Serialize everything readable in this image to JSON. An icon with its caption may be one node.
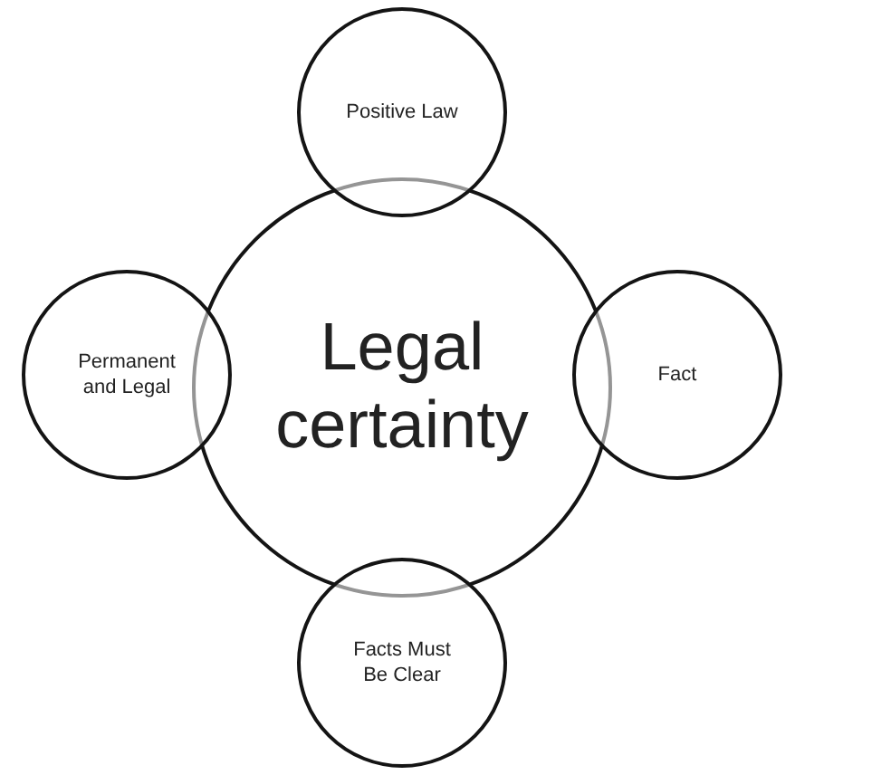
{
  "diagram": {
    "nodes": [
      {
        "text": [
          "Positive Law"
        ]
      },
      {
        "text": [
          "Permanent and Legal"
        ]
      },
      {
        "text": [
          "Legal certainty"
        ]
      },
      {
        "text": [
          "Fact"
        ]
      },
      {
        "text": [
          "Facts Must Be Clear"
        ]
      }
    ]
  }
}
